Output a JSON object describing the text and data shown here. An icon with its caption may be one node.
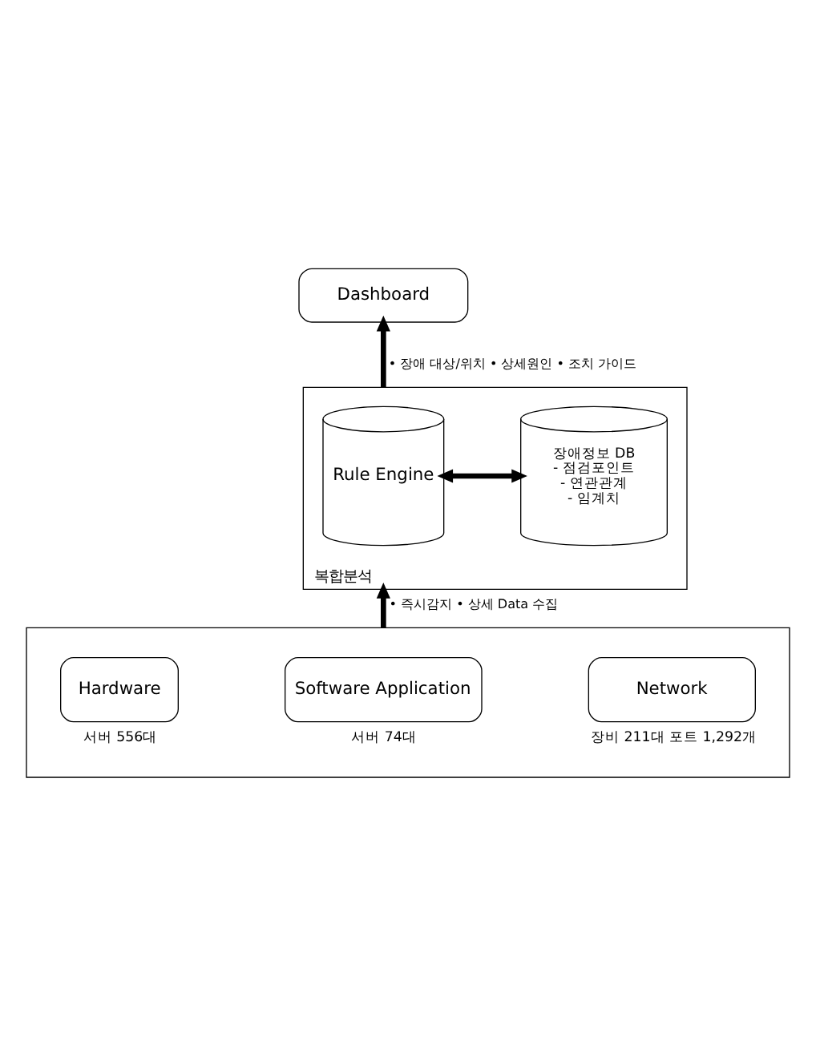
{
  "diagram": {
    "nodes": [
      {
        "text": [
          "Dashboard"
        ]
      },
      {
        "text": [
          "복합분석"
        ]
      },
      {
        "text": [
          "Rule Engine"
        ],
        "in": 1
      },
      {
        "text": [
          "장애정보 DB",
          "- 점검포인트",
          "- 연관관계",
          "- 임계치"
        ],
        "in": 1
      },
      {
        "text": [],
        "shape": "box"
      },
      {
        "text": [
          "Hardware"
        ],
        "in": 4,
        "beside": [
          "서버 556대"
        ]
      },
      {
        "text": [
          "Software Application"
        ],
        "in": 4,
        "beside": [
          "서버 74대"
        ]
      },
      {
        "text": [
          "Network"
        ],
        "in": 4,
        "beside": [
          "장비 211대 포트 1,292개"
        ]
      }
    ],
    "edges": [
      {
        "from": 1,
        "to": 0,
        "arrow": "to",
        "label": "• 장애 대상/위치 • 상세원인 • 조치 가이드"
      },
      {
        "from": 2,
        "to": 3,
        "arrow": "both"
      },
      {
        "from": 4,
        "to": 1,
        "arrow": "to",
        "label": "• 즉시감지 • 상세 Data 수집"
      }
    ]
  }
}
